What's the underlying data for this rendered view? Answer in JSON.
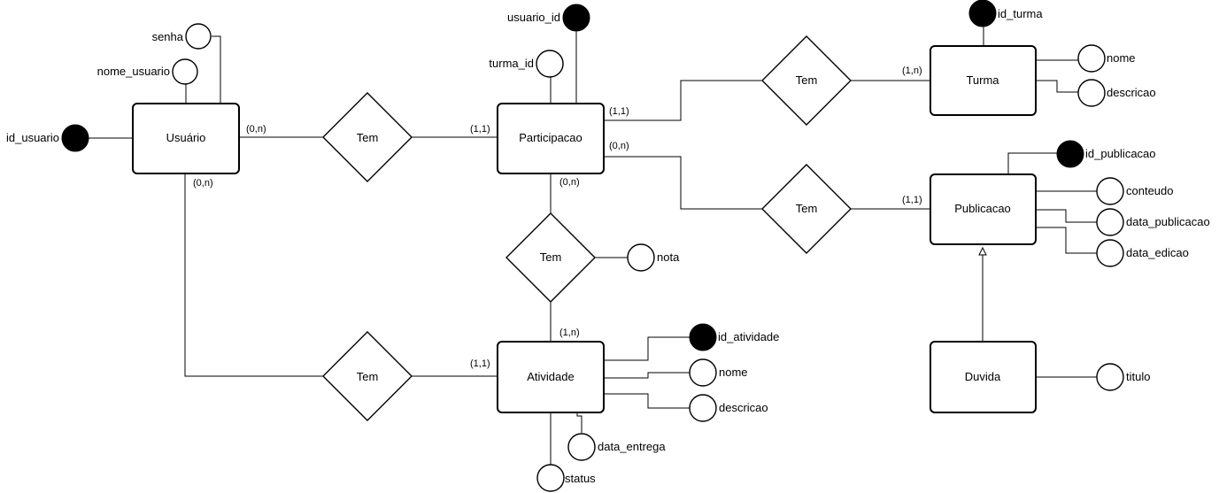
{
  "entities": {
    "usuario": "Usuário",
    "participacao": "Participacao",
    "turma": "Turma",
    "publicacao": "Publicacao",
    "atividade": "Atividade",
    "duvida": "Duvida"
  },
  "relationships": {
    "usuario_participacao": "Tem",
    "participacao_turma": "Tem",
    "participacao_publicacao": "Tem",
    "participacao_atividade": "Tem",
    "usuario_atividade": "Tem"
  },
  "attributes": {
    "senha": "senha",
    "nome_usuario": "nome_usuario",
    "id_usuario": "id_usuario",
    "usuario_id": "usuario_id",
    "turma_id": "turma_id",
    "id_turma": "id_turma",
    "turma_nome": "nome",
    "turma_descricao": "descricao",
    "id_publicacao": "id_publicacao",
    "conteudo": "conteudo",
    "data_publicacao": "data_publicacao",
    "data_edicao": "data_edicao",
    "nota": "nota",
    "id_atividade": "id_atividade",
    "atividade_nome": "nome",
    "atividade_descricao": "descricao",
    "data_entrega": "data_entrega",
    "status": "status",
    "titulo": "titulo"
  },
  "cardinalities": {
    "usuario_to_participacao_rel": "(0,n)",
    "participacao_from_usuario": "(1,1)",
    "participacao_to_turma_rel": "(1,1)",
    "turma_card": "(1,n)",
    "participacao_to_publicacao_rel": "(0,n)",
    "publicacao_card": "(1,1)",
    "participacao_to_atividade_rel": "(0,n)",
    "atividade_from_participacao": "(1,n)",
    "usuario_to_atividade_rel": "(0,n)",
    "atividade_from_usuario": "(1,1)"
  }
}
